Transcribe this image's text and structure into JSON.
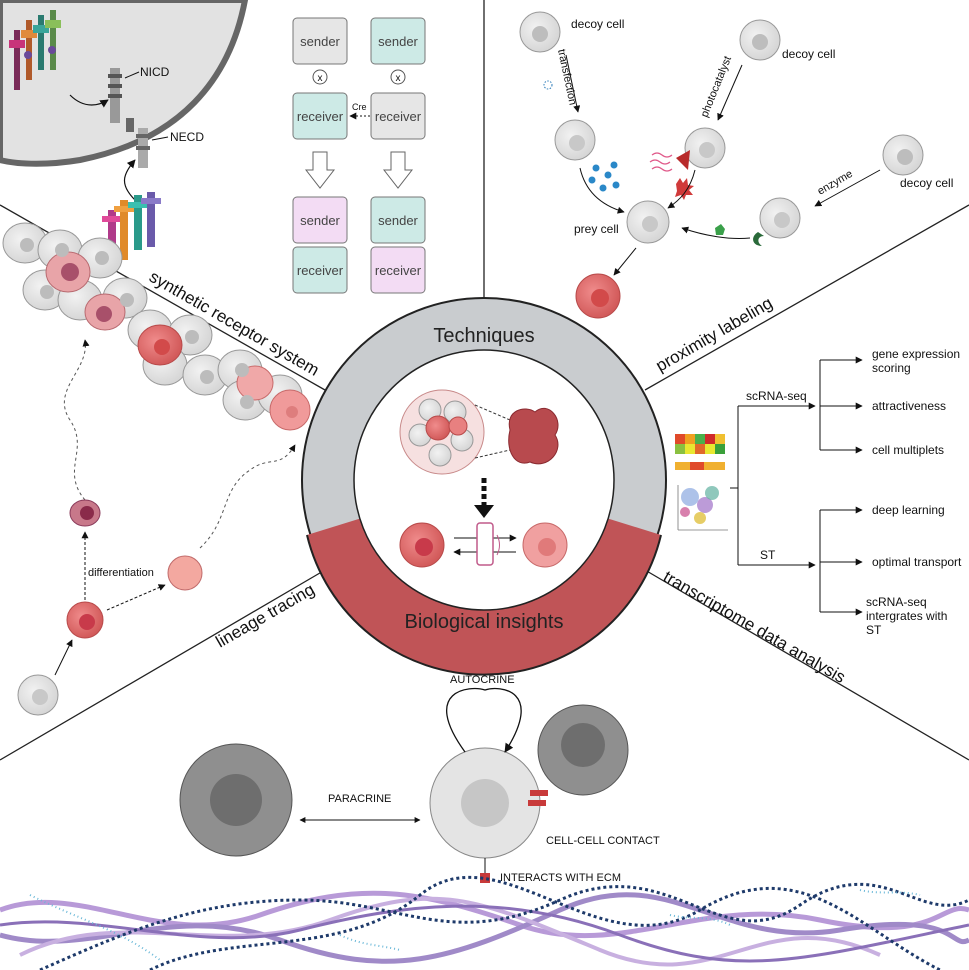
{
  "center": {
    "top_label": "Techniques",
    "bottom_label": "Biological insights"
  },
  "sections": {
    "synthetic": "synthetic receptor system",
    "proximity": "proximity labeling",
    "lineage": "lineage tracing",
    "transcriptome": "transcriptome data analysis"
  },
  "synnotch": {
    "nicd": "NICD",
    "necd": "NECD",
    "sender": "sender",
    "receiver": "receiver",
    "times": "x",
    "cre": "Cre"
  },
  "proximity_panel": {
    "decoy_cell": "decoy cell",
    "transfection": "transfection",
    "photocatalyst": "photocatalyst",
    "enzyme": "enzyme",
    "prey_cell": "prey cell"
  },
  "lineage_panel": {
    "differentiation": "differentiation"
  },
  "transcriptome_panel": {
    "scrna": "scRNA-seq",
    "st": "ST",
    "gene_expression_1": "gene expression",
    "gene_expression_2": "scoring",
    "attractiveness": "attractiveness",
    "cell_multiplets": "cell multiplets",
    "deep_learning": "deep learning",
    "optimal_transport": "optimal transport",
    "integrates_1": "scRNA-seq",
    "integrates_2": "intergrates with",
    "integrates_3": "ST"
  },
  "interaction_panel": {
    "autocrine": "AUTOCRINE",
    "paracrine": "PARACRINE",
    "contact": "CELL-CELL CONTACT",
    "ecm": "INTERACTS WITH ECM"
  },
  "colors": {
    "technique_ring": "#c9cccf",
    "insight_ring": "#c05457",
    "teal_box": "#cdeae6",
    "pink_box": "#f3dcf4",
    "gray_box": "#e6e6e6",
    "cell_gray": "#e3e3e3",
    "cell_red": "#e07070"
  }
}
